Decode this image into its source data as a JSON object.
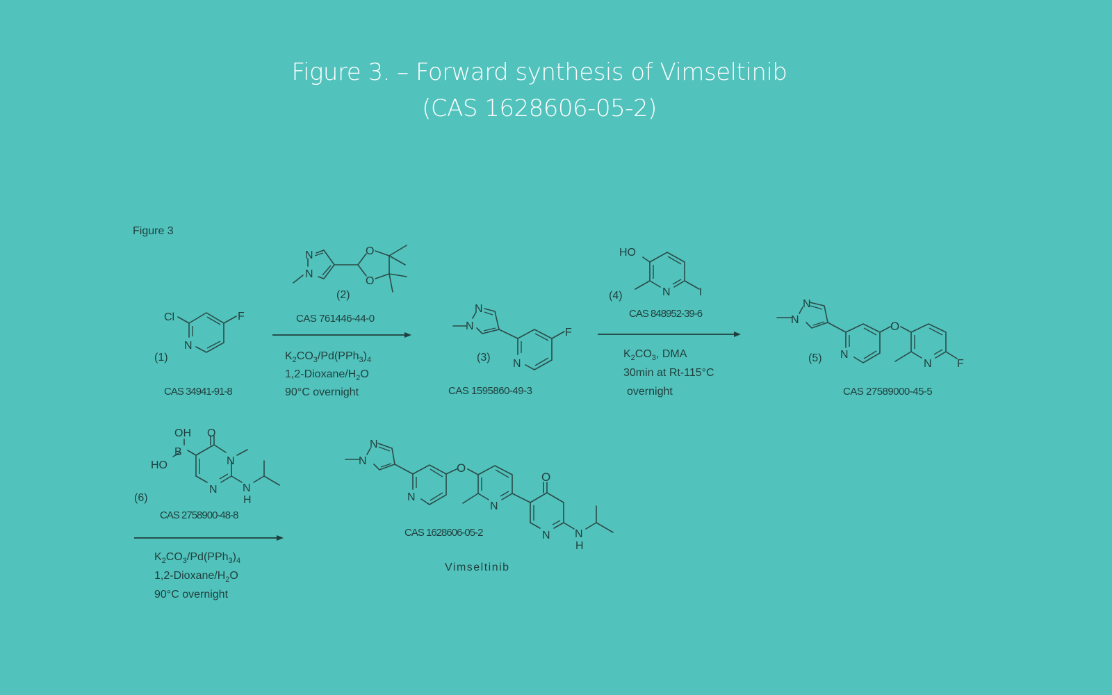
{
  "header": {
    "title_line1": "Figure 3. – Forward synthesis of Vimseltinib",
    "title_line2": "(CAS 1628606-05-2)"
  },
  "figure": {
    "label": "Figure 3",
    "compounds": [
      {
        "id": "(1)",
        "cas": "CAS 34941-91-8",
        "atoms": [
          "Cl",
          "N",
          "F"
        ]
      },
      {
        "id": "(2)",
        "cas": "CAS 761446-44-0",
        "atoms": [
          "N",
          "N",
          "O",
          "O"
        ]
      },
      {
        "id": "(3)",
        "cas": "CAS 1595860-49-3",
        "atoms": [
          "N",
          "N",
          "N",
          "F"
        ]
      },
      {
        "id": "(4)",
        "cas": "CAS 848952-39-6",
        "atoms": [
          "HO",
          "N",
          "I"
        ]
      },
      {
        "id": "(5)",
        "cas": "CAS 27589000-45-5",
        "atoms": [
          "N",
          "N",
          "O",
          "N",
          "N",
          "F"
        ]
      },
      {
        "id": "(6)",
        "cas": "CAS 2758900-48-8",
        "atoms": [
          "OH",
          "O",
          "B",
          "HO",
          "N",
          "N",
          "N",
          "H"
        ]
      },
      {
        "id": "product",
        "cas": "CAS 1628606-05-2",
        "name": "Vimseltinib",
        "atoms": [
          "N",
          "N",
          "O",
          "N",
          "N",
          "O",
          "N",
          "N",
          "H"
        ]
      }
    ],
    "steps": [
      {
        "reagent": "(2)",
        "conditions": [
          "K2CO3/Pd(PPh3)4",
          "1,2-Dioxane/H2O",
          "90°C overnight"
        ]
      },
      {
        "reagent": "(4)",
        "conditions": [
          "K2CO3, DMA",
          "30min at Rt-115°C",
          "overnight"
        ]
      },
      {
        "reagent": "(6)",
        "conditions": [
          "K2CO3/Pd(PPh3)4",
          "1,2-Dioxane/H2O",
          "90°C overnight"
        ]
      }
    ]
  },
  "colors": {
    "background": "#52c2bc",
    "title": "#ffffff",
    "ink": "#1f3f3d"
  }
}
